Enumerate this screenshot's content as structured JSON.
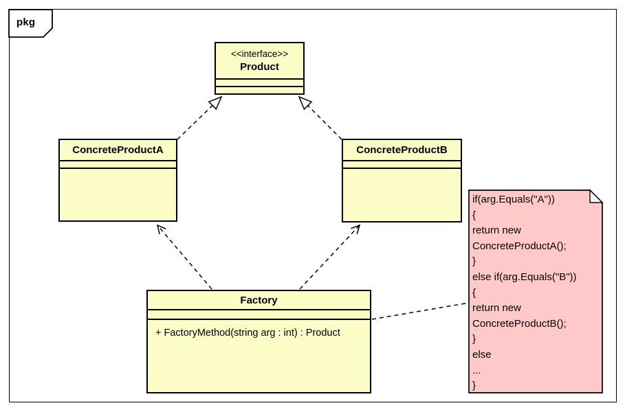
{
  "frame": {
    "label": "pkg"
  },
  "classes": [
    {
      "id": "product",
      "stereotype": "<<interface>>",
      "name": "Product"
    },
    {
      "id": "concrete-product-a",
      "name": "ConcreteProductA"
    },
    {
      "id": "concrete-product-b",
      "name": "ConcreteProductB"
    },
    {
      "id": "factory",
      "name": "Factory",
      "method": "+ FactoryMethod(string arg : int) : Product"
    }
  ],
  "note": {
    "text": "if(arg.Equals(\"A\"))\n{\nreturn new\nConcreteProductA();\n}\nelse if(arg.Equals(\"B\"))\n{\nreturn new\nConcreteProductB();\n}\nelse\n...\n}"
  },
  "connectors": [
    {
      "type": "realization",
      "from": "ConcreteProductA",
      "to": "Product",
      "line": "dashed",
      "head": "hollow-triangle"
    },
    {
      "type": "realization",
      "from": "ConcreteProductB",
      "to": "Product",
      "line": "dashed",
      "head": "hollow-triangle"
    },
    {
      "type": "dependency",
      "from": "Factory",
      "to": "ConcreteProductA",
      "line": "dashed",
      "head": "open-arrow"
    },
    {
      "type": "dependency",
      "from": "Factory",
      "to": "ConcreteProductB",
      "line": "dashed",
      "head": "open-arrow"
    },
    {
      "type": "note-link",
      "from": "Factory",
      "to": "code-note",
      "line": "dashed",
      "head": "none"
    }
  ],
  "colors": {
    "class_fill": "#fcfcc6",
    "note_fill": "#ffc9c9",
    "border_color": "#000000",
    "bg": "#ffffff"
  }
}
